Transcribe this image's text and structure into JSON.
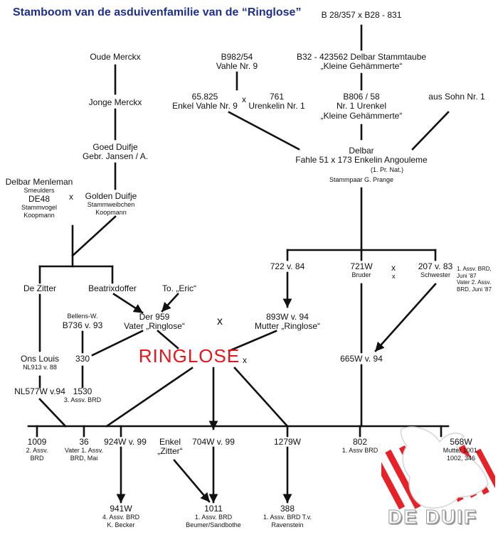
{
  "title": "Stamboom van de asduivenfamilie van de “Ringlose”",
  "center": {
    "name": "RINGLOSE",
    "color": "#e5161c"
  },
  "accent": "#1f2f8c",
  "cross_symbol": "x",
  "nodes": {
    "b28": [
      "B 28/357 x B28 - 831"
    ],
    "b32": [
      "B32 - 423562 Delbar Stammtaube",
      "„Kleine Gehämmerte“"
    ],
    "b982": [
      "B982/54",
      "Vahle Nr. 9"
    ],
    "n65825": [
      "65.825",
      "Enkel Vahle Nr. 9"
    ],
    "n761": [
      "761",
      "Urenkelin Nr. 1"
    ],
    "b806": [
      "B806 / 58",
      "Nr. 1 Urenkel",
      "„Kleine Gehämmerte“"
    ],
    "aus_sohn": [
      "aus Sohn Nr. 1"
    ],
    "delbar": [
      "Delbar",
      "Fahle 51 x 173 Enkelin Angouleme"
    ],
    "delbar_s1": "(1. Pr. Nat.)",
    "delbar_s2": "Stammpaar G. Prange",
    "oude": [
      "Oude Merckx"
    ],
    "jonge": [
      "Jonge Merckx"
    ],
    "goed": [
      "Goed Duifje",
      "Gebr. Jansen / A."
    ],
    "menleman": [
      "Delbar Menleman"
    ],
    "menleman_s": "Smeulders",
    "de48": "DE48",
    "menleman_s2": [
      "Stammvogel",
      "Koopmann"
    ],
    "golden": [
      "Golden Duifje"
    ],
    "golden_s": [
      "Stammweibchen",
      "Koopmann"
    ],
    "n722": [
      "722 v. 84"
    ],
    "n721": [
      "721W"
    ],
    "n721_s": "Bruder",
    "n207": [
      "207 v. 83"
    ],
    "n207_s": "Schwester",
    "note207": [
      "1. Assv. BRD,",
      "Juni ’87",
      "Vater 2. Assv.",
      "BRD, Juni ’87"
    ],
    "dezitter": [
      "De Zitter"
    ],
    "beatrix": [
      "Beatrixdoffer"
    ],
    "eric": [
      "To. „Eric“"
    ],
    "bellens": "Bellens-W.",
    "b736": [
      "B736 v. 93"
    ],
    "der959": [
      "Der 959",
      "Vater „Ringlose“"
    ],
    "n893": [
      "893W v. 94",
      "Mutter „Ringlose“"
    ],
    "onslouis": [
      "Ons Louis"
    ],
    "onslouis_s": "NL913 v. 88",
    "n330": [
      "330"
    ],
    "n665": [
      "665W v. 94"
    ],
    "nl577": [
      "NL577W v.94"
    ],
    "n1530": [
      "1530"
    ],
    "n1530_s": "3. Assv. BRD",
    "n1009": [
      "1009"
    ],
    "n1009_s": [
      "2. Assv.",
      "BRD"
    ],
    "n36": [
      "36"
    ],
    "n36_s": [
      "Vater 1. Assv.",
      "BRD, Mai"
    ],
    "n924": [
      "924W v. 99"
    ],
    "enkel": [
      "Enkel",
      "„Zitter“"
    ],
    "n704": [
      "704W v. 99"
    ],
    "n1279": [
      "1279W"
    ],
    "n802": [
      "802"
    ],
    "n802_s": [
      "1. Assv BRD"
    ],
    "n568": [
      "568W"
    ],
    "n568_s": [
      "Mutter 1001,",
      "1002, 346"
    ],
    "n941": [
      "941W"
    ],
    "n941_s": [
      "4. Assv. BRD",
      "K. Becker"
    ],
    "n1011": [
      "1011"
    ],
    "n1011_s": [
      "1. Assv. BRD",
      "Beumer/Sandbothe"
    ],
    "n388": [
      "388"
    ],
    "n388_s": [
      "1. Assv. BRD T.v.",
      "Ravenstein"
    ]
  },
  "logo": {
    "text": "DE DUIF",
    "icon": "pigeon-logo-icon",
    "accent": "#e5161c"
  }
}
